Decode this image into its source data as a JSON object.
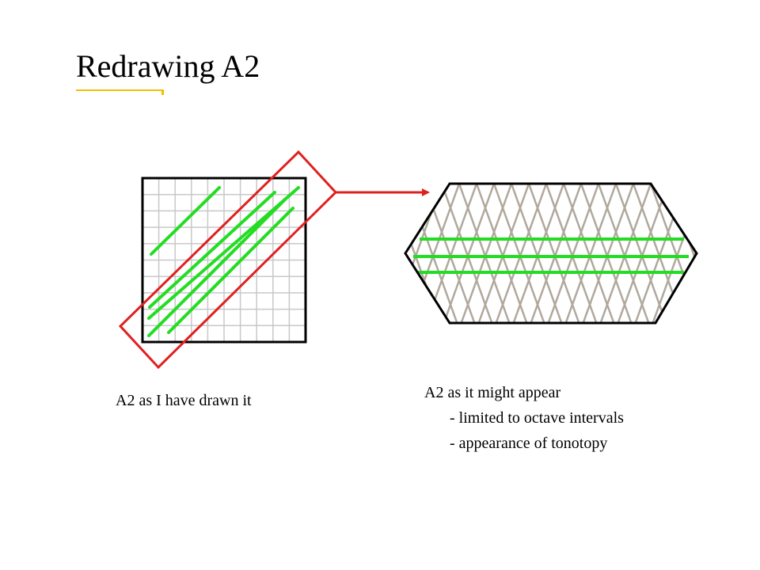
{
  "slide": {
    "title": "Redrawing A2",
    "accent_color": "#F0C000"
  },
  "diagram": {
    "grid_square": {
      "rows": 10,
      "cols": 10
    },
    "hexagon": {
      "lattice": "diamond"
    },
    "colors": {
      "outline": "#000000",
      "grid_lines": "#C8C8C8",
      "lattice_lines": "#B0A89C",
      "highlight_lines": "#22DD22",
      "selection_box": "#E02020",
      "arrow": "#E02020"
    }
  },
  "captions": {
    "left": "A2 as I have drawn it",
    "right_title": "A2 as it might appear",
    "right_items": [
      "- limited to octave intervals",
      "- appearance of tonotopy"
    ]
  }
}
